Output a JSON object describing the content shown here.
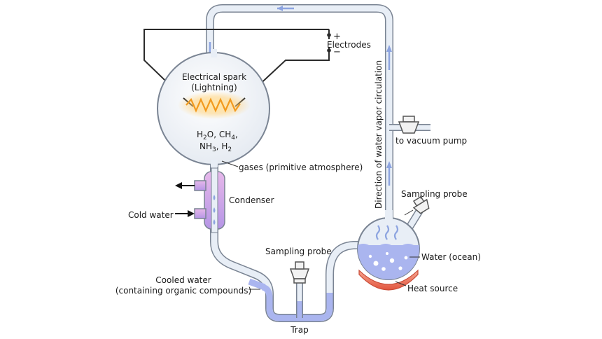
{
  "labels": {
    "electrodes": "Electrodes",
    "plus": "+",
    "minus": "−",
    "spark_line1": "Electrical spark",
    "spark_line2": "(Lightning)",
    "gas_h": "H",
    "gas_sub2": "2",
    "gas_o_ch": "O, CH",
    "gas_sub4": "4",
    "gas_comma": ",",
    "gas_nh": "NH",
    "gas_sub3": "3",
    "gas_comma_h": ", H",
    "gases": "gases (primitive atmosphere)",
    "condenser": "Condenser",
    "cold_water": "Cold water",
    "sampling_probe_left": "Sampling probe",
    "sampling_probe_right": "Sampling probe",
    "cooled_water_line1": "Cooled water",
    "cooled_water_line2": "(containing organic compounds)",
    "trap": "Trap",
    "water_ocean": "Water (ocean)",
    "heat_source": "Heat source",
    "vacuum_pump": "to vacuum pump",
    "vapor_direction": "Direction of water vapor circulation"
  },
  "colors": {
    "tube_outline": "#7a8493",
    "tube_fill": "#e8eef6",
    "flow_arrow": "#8da4e0",
    "water": "#aab5ef",
    "spark": "#f5a623",
    "spark_glow": "#ffd27a",
    "condenser": "#c99ae0",
    "heat_source": "#ee6a4f",
    "wire": "#2a2a2a"
  }
}
